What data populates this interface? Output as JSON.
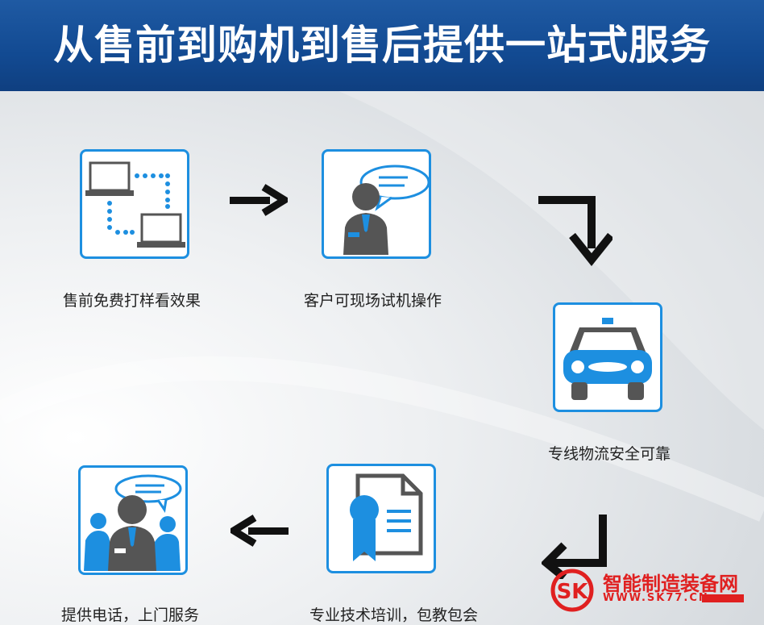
{
  "header": {
    "title": "从售前到购机到售后提供一站式服务"
  },
  "steps": [
    {
      "caption": "售前免费打样看效果",
      "icon": "networked-laptops-icon"
    },
    {
      "caption": "客户可现场试机操作",
      "icon": "presenter-speech-icon"
    },
    {
      "caption": "专线物流安全可靠",
      "icon": "taxi-car-icon"
    },
    {
      "caption": "专业技术培训，包教包会",
      "icon": "certificate-document-icon"
    },
    {
      "caption": "提供电话，上门服务",
      "icon": "team-speech-icon"
    }
  ],
  "watermark": {
    "name": "智能制造装备网",
    "url": "WWW.SK77.CN"
  },
  "colors": {
    "header": "#124a92",
    "card_border": "#1d8fe0",
    "icon_blue": "#1d8fe0",
    "icon_gray": "#555555",
    "watermark": "#e02020"
  }
}
